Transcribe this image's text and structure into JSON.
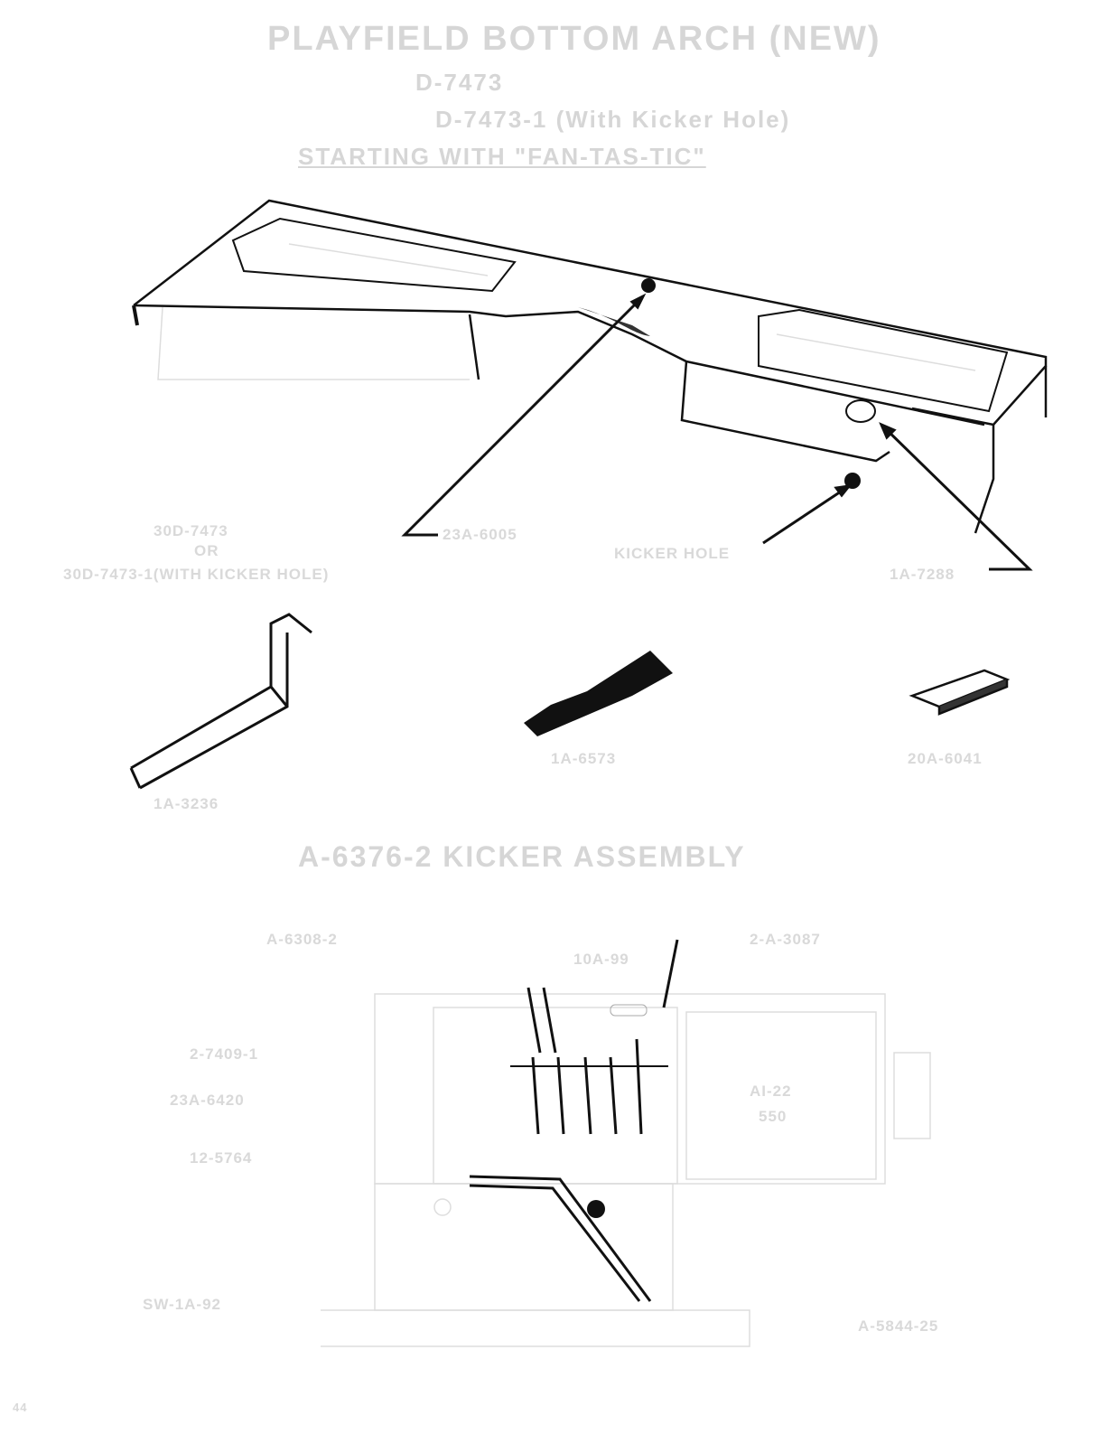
{
  "header": {
    "title": "PLAYFIELD  BOTTOM ARCH (NEW)",
    "part_1": "D-7473",
    "part_2": "D-7473-1 (With Kicker Hole)",
    "starting": "STARTING  WITH \"FAN-TAS-TIC\""
  },
  "arch_labels": {
    "arch_part_a": "30D-7473",
    "arch_or": "OR",
    "arch_part_b": "30D-7473-1(WITH KICKER HOLE)",
    "rubber": "23A-6005",
    "kicker_hole": "KICKER HOLE",
    "grommet": "1A-7288"
  },
  "parts": {
    "bracket": "1A-3236",
    "plate": "1A-6573",
    "clip": "20A-6041"
  },
  "kicker": {
    "title": "A-6376-2  KICKER ASSEMBLY",
    "labels": {
      "a6308": "A-6308-2",
      "a10a": "10A-99",
      "a3087": "2-A-3087",
      "a7409": "2-7409-1",
      "a6420": "23A-6420",
      "a5764": "12-5764",
      "coil_a": "AI-22",
      "coil_b": "550",
      "sw": "SW-1A-92",
      "a5844": "A-5844-25"
    }
  },
  "footer": {
    "page": "44"
  }
}
